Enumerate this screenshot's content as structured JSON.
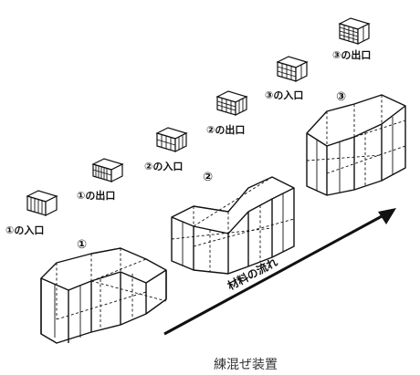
{
  "caption": "練混ぜ装置",
  "flow_label": "材料の流れ",
  "stage_markers": [
    "①",
    "②",
    "③"
  ],
  "steps": [
    {
      "label": "①の入口"
    },
    {
      "label": "①の出口"
    },
    {
      "label": "②の入口"
    },
    {
      "label": "②の出口"
    },
    {
      "label": "③の入口"
    },
    {
      "label": "③の出口"
    }
  ]
}
